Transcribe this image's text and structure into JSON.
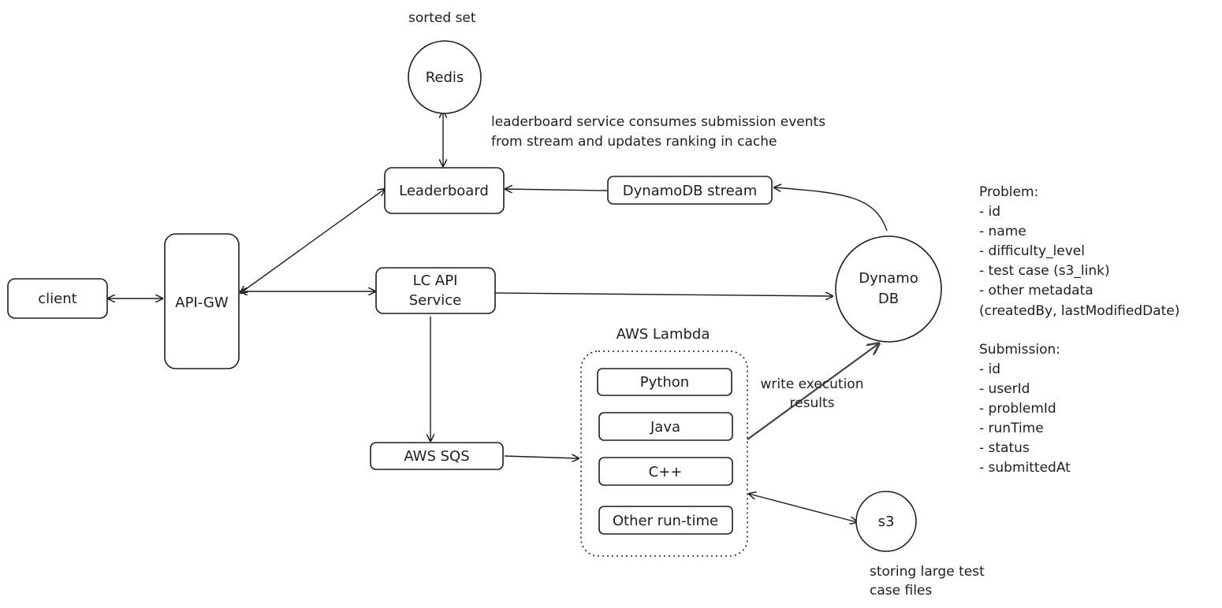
{
  "nodes": {
    "client": "client",
    "api_gw": "API-GW",
    "leaderboard": "Leaderboard",
    "lc_api_line1": "LC API",
    "lc_api_line2": "Service",
    "dynamodb_stream": "DynamoDB stream",
    "redis": "Redis",
    "dynamo_line1": "Dynamo",
    "dynamo_line2": "DB",
    "aws_sqs": "AWS SQS",
    "aws_lambda": "AWS Lambda",
    "python": "Python",
    "java": "Java",
    "cpp": "C++",
    "other_runtime": "Other run-time",
    "s3": "s3"
  },
  "annotations": {
    "sorted_set": "sorted set",
    "leaderboard_note": [
      "leaderboard service consumes submission events",
      "from stream and updates ranking in cache"
    ],
    "write_results": [
      "write execution",
      "results"
    ],
    "s3_note": [
      "storing large test",
      "case files"
    ]
  },
  "schema": {
    "problem": [
      "Problem:",
      "- id",
      "- name",
      "- difficulty_level",
      "- test case (s3_link)",
      "- other metadata",
      "(createdBy, lastModifiedDate)"
    ],
    "submission": [
      "Submission:",
      "- id",
      "- userId",
      "- problemId",
      "- runTime",
      "- status",
      "- submittedAt"
    ]
  }
}
